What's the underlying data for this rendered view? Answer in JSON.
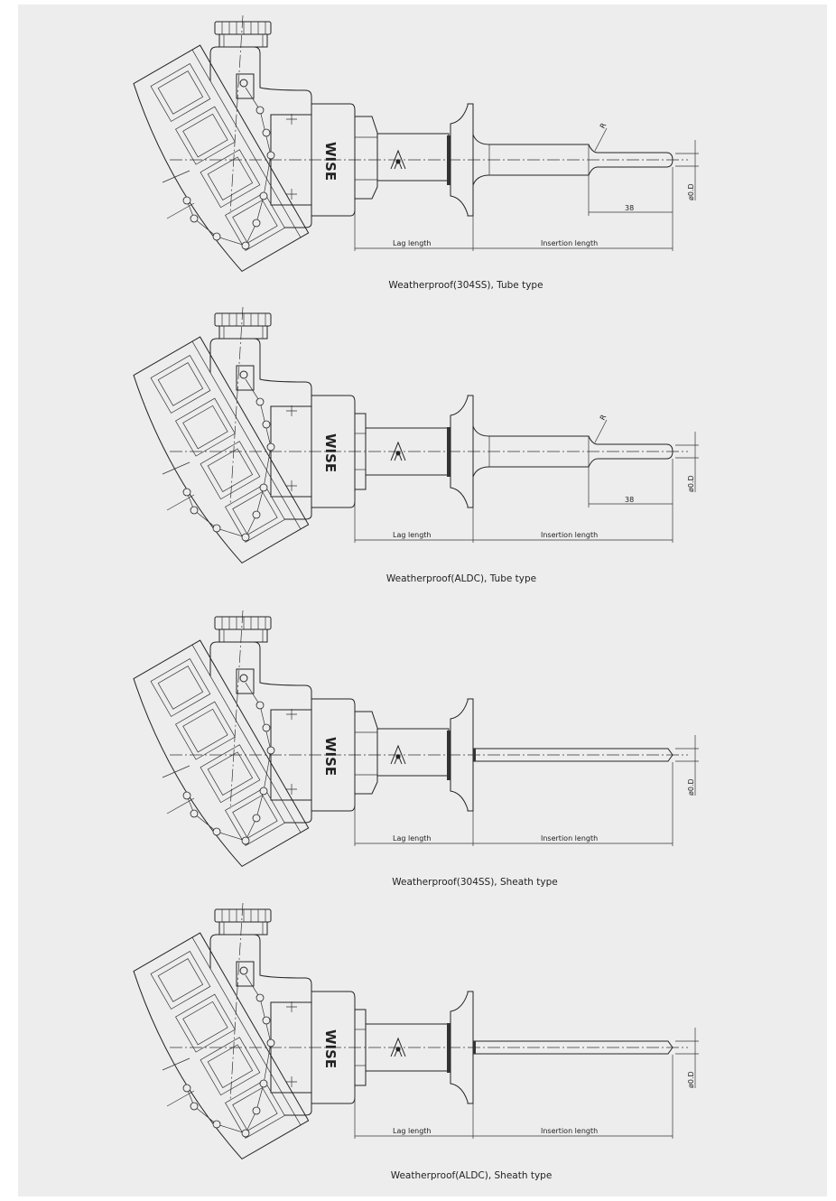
{
  "drawings": [
    {
      "caption": "Weatherproof(304SS), Tube type",
      "housing": "304SS",
      "probe": "tube",
      "brand": "WISE",
      "lag_label": "Lag length",
      "insertion_label": "Insertion length",
      "tip_length": "38",
      "radius_label": "R",
      "od_label": "ø0.D"
    },
    {
      "caption": "Weatherproof(ALDC), Tube type",
      "housing": "ALDC",
      "probe": "tube",
      "brand": "WISE",
      "lag_label": "Lag length",
      "insertion_label": "Insertion length",
      "tip_length": "38",
      "radius_label": "R",
      "od_label": "ø0.D"
    },
    {
      "caption": "Weatherproof(304SS), Sheath type",
      "housing": "304SS",
      "probe": "sheath",
      "brand": "WISE",
      "lag_label": "Lag length",
      "insertion_label": "Insertion length",
      "od_label": "ø0.D"
    },
    {
      "caption": "Weatherproof(ALDC), Sheath type",
      "housing": "ALDC",
      "probe": "sheath",
      "brand": "WISE",
      "lag_label": "Lag length",
      "insertion_label": "Insertion length",
      "od_label": "ø0.D"
    }
  ]
}
